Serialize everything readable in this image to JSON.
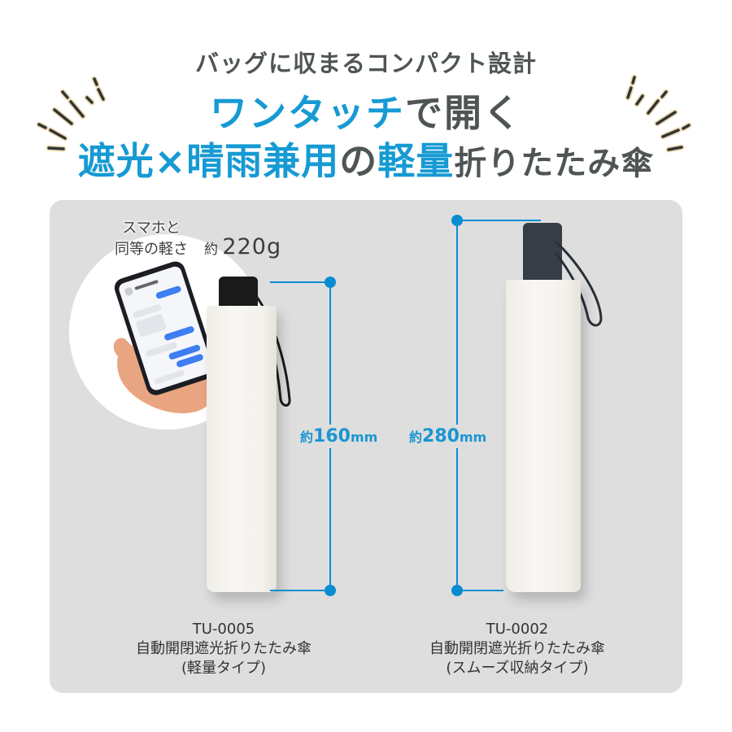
{
  "header": {
    "subtitle": "バッグに収まるコンパクト設計",
    "line1": {
      "blue": "ワンタッチ",
      "dark": "で開く"
    },
    "line2": {
      "blue1": "遮光",
      "blue_x": "×",
      "blue2": "晴雨兼用",
      "dark1": "の",
      "blue3": "軽量",
      "dark2": "折りたたみ傘"
    }
  },
  "callout": {
    "line1": "スマホと",
    "line2": "同等の軽さ",
    "weight_prefix": "約",
    "weight_value": "220g",
    "icon": "smartphone-in-hand-image"
  },
  "products": [
    {
      "model": "TU-0005",
      "name": "自動開閉遮光折りたたみ傘",
      "type": "(軽量タイプ)",
      "length_prefix": "約",
      "length_value": "160",
      "length_unit": "mm"
    },
    {
      "model": "TU-0002",
      "name": "自動開閉遮光折りたたみ傘",
      "type": "(スムーズ収納タイプ)",
      "length_prefix": "約",
      "length_value": "280",
      "length_unit": "mm"
    }
  ],
  "colors": {
    "accent_blue": "#169ad3",
    "dimension_blue": "#0a8dd0",
    "text_dark": "#4f5555",
    "panel_gray": "#dedede"
  }
}
